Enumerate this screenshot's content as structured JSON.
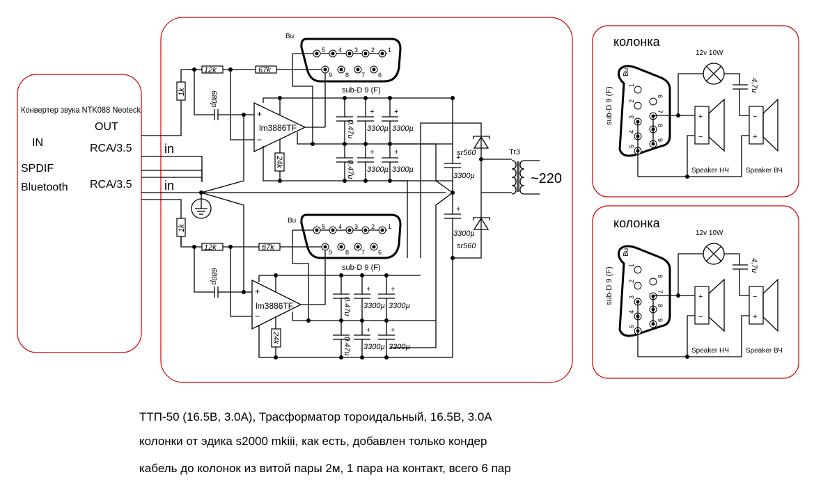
{
  "converter": {
    "title": "Конвертер звука  NTK088 Neoteck",
    "out_label": "OUT",
    "in_label": "IN",
    "spdif_label": "SPDIF",
    "bluetooth_label": "Bluetooth",
    "rca1_label": "RCA/3.5",
    "rca2_label": "RCA/3.5"
  },
  "amplifier": {
    "input_labels": [
      "in",
      "in"
    ],
    "channels": [
      {
        "connector_ref": "Bu",
        "connector_type": "sub-D 9 (F)",
        "pins_top": [
          "5",
          "4",
          "3",
          "2",
          "1"
        ],
        "pins_bottom": [
          "9",
          "8",
          "7",
          "6"
        ],
        "r_in": "1k",
        "r_mid": "12k",
        "r_fb": "67k",
        "c_in": "680p",
        "chip": "lm3886TF",
        "r_mute": "24k",
        "c_film": "0.47u",
        "c_elec": "3300µ"
      },
      {
        "connector_ref": "Bu",
        "connector_type": "sub-D 9 (F)",
        "pins_top": [
          "5",
          "4",
          "3",
          "2",
          "1"
        ],
        "pins_bottom": [
          "9",
          "8",
          "7",
          "6"
        ],
        "r_in": "1k",
        "r_mid": "12k",
        "r_fb": "67k",
        "c_in": "680p",
        "chip": "lm3886TF",
        "r_mute": "24k",
        "c_film": "0.47u",
        "c_elec": "3300µ"
      }
    ],
    "psu": {
      "diode": "sr560",
      "cap": "3300µ",
      "transformer": "Tr3",
      "mains": "~220"
    }
  },
  "speakers": [
    {
      "title": "колонка",
      "connector_ref": "Bu",
      "connector_type": "sub-D 9 (F)",
      "pins": [
        "1",
        "2",
        "3",
        "4",
        "5",
        "6",
        "7",
        "8",
        "9"
      ],
      "lamp": "12v 10W",
      "cap": "4,7u",
      "woofer": "Speaker НЧ",
      "tweeter": "Speaker ВЧ",
      "plus": "+",
      "minus": "−"
    },
    {
      "title": "колонка",
      "connector_ref": "Bu",
      "connector_type": "sub-D 9 (F)",
      "pins": [
        "1",
        "2",
        "3",
        "4",
        "5",
        "6",
        "7",
        "8",
        "9"
      ],
      "lamp": "12v 10W",
      "cap": "4,7u",
      "woofer": "Speaker НЧ",
      "tweeter": "Speaker ВЧ",
      "plus": "+",
      "minus": "−"
    }
  ],
  "notes": [
    "ТТП-50 (16.5В, 3.0А), Трасформатор тороидальный, 16.5В, 3.0А",
    "колонки от эдика s2000 mkiii,  как есть, добавлен только кондер",
    "кабель до колонок из витой пары 2м, 1 пара на контакт,  всего 6 пар"
  ],
  "colors": {
    "frame": "#d00000",
    "ink": "#000000",
    "background": "#ffffff"
  }
}
